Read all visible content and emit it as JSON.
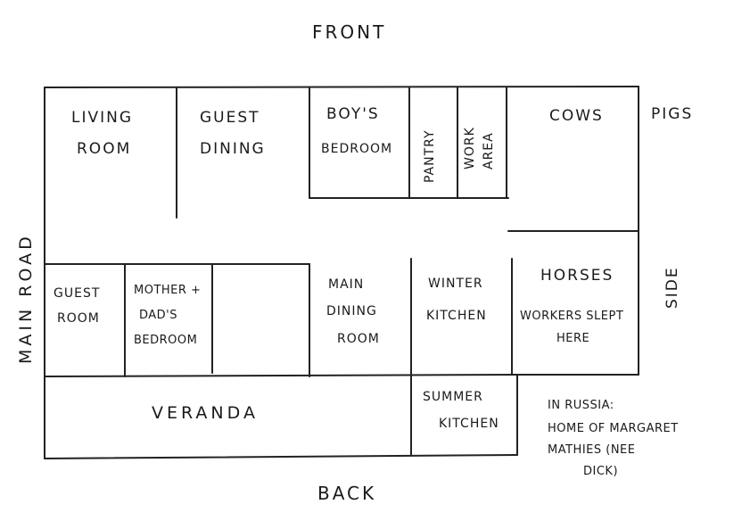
{
  "orientation": {
    "front": "FRONT",
    "back": "BACK",
    "side": "SIDE",
    "main_road": "MAIN ROAD"
  },
  "rooms": {
    "living_room": [
      "LIVING",
      "ROOM"
    ],
    "guest_dining": [
      "GUEST",
      "DINING"
    ],
    "boys_bedroom": [
      "BOY'S",
      "BEDROOM"
    ],
    "pantry": "PANTRY",
    "work_area": [
      "WORK",
      "AREA"
    ],
    "cows": "COWS",
    "pigs": "PIGS",
    "guest_room": [
      "GUEST",
      "ROOM"
    ],
    "parents_bedroom": [
      "MOTHER +",
      "DAD'S",
      "BEDROOM"
    ],
    "main_dining_room": [
      "MAIN",
      "DINING",
      "ROOM"
    ],
    "winter_kitchen": [
      "WINTER",
      "KITCHEN"
    ],
    "horses": "HORSES",
    "workers_slept": [
      "WORKERS SLEPT",
      "HERE"
    ],
    "veranda": "VERANDA",
    "summer_kitchen": [
      "SUMMER",
      "KITCHEN"
    ]
  },
  "caption": [
    "IN RUSSIA:",
    "HOME OF MARGARET",
    "MATHIES (NEE",
    "DICK)"
  ]
}
